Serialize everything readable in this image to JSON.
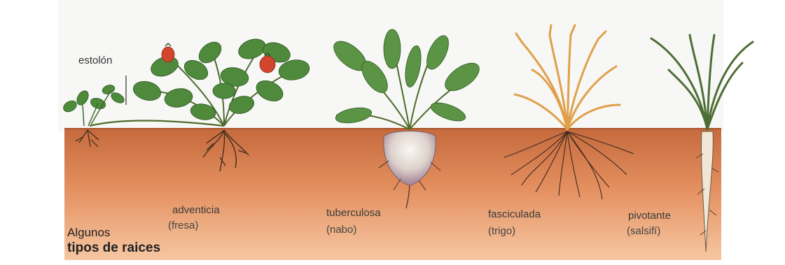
{
  "labels": {
    "estolon": "estolón",
    "plants": [
      {
        "name": "adventicia",
        "example": "(fresa)"
      },
      {
        "name": "tuberculosa",
        "example": "(nabo)"
      },
      {
        "name": "fasciculada",
        "example": "(trigo)"
      },
      {
        "name": "pivotante",
        "example": "(salsifí)"
      }
    ]
  },
  "title": {
    "line1": "Algunos",
    "line2": "tipos de raices"
  },
  "colors": {
    "soil_top": "#c76a3c",
    "soil_bottom": "#f1b98e",
    "sky": "#eef0ee",
    "leaf": "#4f8a3c",
    "wheat": "#e0a04a",
    "turnip": "#e9e2dc"
  },
  "icons": [
    "strawberry-plant-icon",
    "turnip-plant-icon",
    "wheat-plant-icon",
    "salsify-plant-icon"
  ]
}
